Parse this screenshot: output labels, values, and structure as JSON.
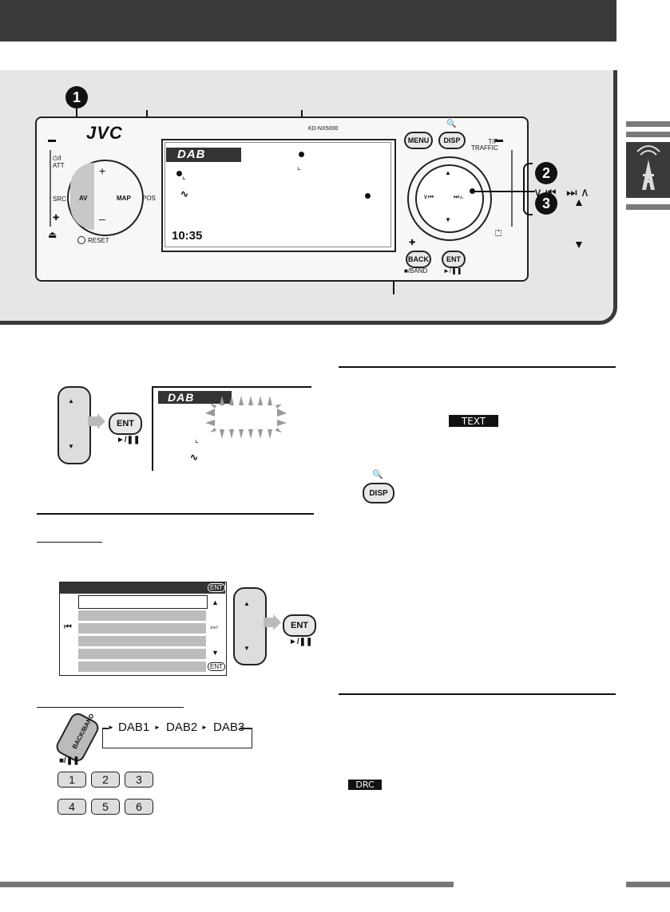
{
  "brand": "JVC",
  "model": "KD-NX5000",
  "callouts": [
    "1",
    "2",
    "3"
  ],
  "faceplate": {
    "power_label": "⏻/I",
    "att_label": "ATT",
    "src_label": "SRC",
    "av_label": "AV",
    "map_label": "MAP",
    "pos_label": "POS",
    "plus_label": "+",
    "minus_label": "–",
    "reset_label": "RESET",
    "menu_label": "MENU",
    "disp_label": "DISP",
    "tp_label": "T/P",
    "traffic_label": "TRAFFIC",
    "back_label": "BACK",
    "ent_label": "ENT",
    "band_label": "■/BAND",
    "play_label": "►/❚❚"
  },
  "screen": {
    "badge": "DAB",
    "clock": "10:35"
  },
  "right_labels": {
    "step2_symbols": "∨ ⏮   ⏭ ∧",
    "up_arrow": "▲",
    "down_arrow": "▼"
  },
  "left_example": {
    "ent_label": "ENT",
    "play_label": "►/❚❚",
    "badge": "DAB"
  },
  "right_column": {
    "text_badge": "TEXT",
    "disp_label": "DISP",
    "drc_badge": "DRC"
  },
  "menu_example": {
    "ent_top": "ENT",
    "ent_bottom": "ENT",
    "ent_button": "ENT",
    "play_label": "►/❚❚"
  },
  "band_example": {
    "button_label": "BACK/BAND",
    "sub_label": "■/❚❚",
    "cycle": [
      "DAB1",
      "DAB2",
      "DAB3"
    ]
  },
  "presets": [
    "1",
    "2",
    "3",
    "4",
    "5",
    "6"
  ]
}
